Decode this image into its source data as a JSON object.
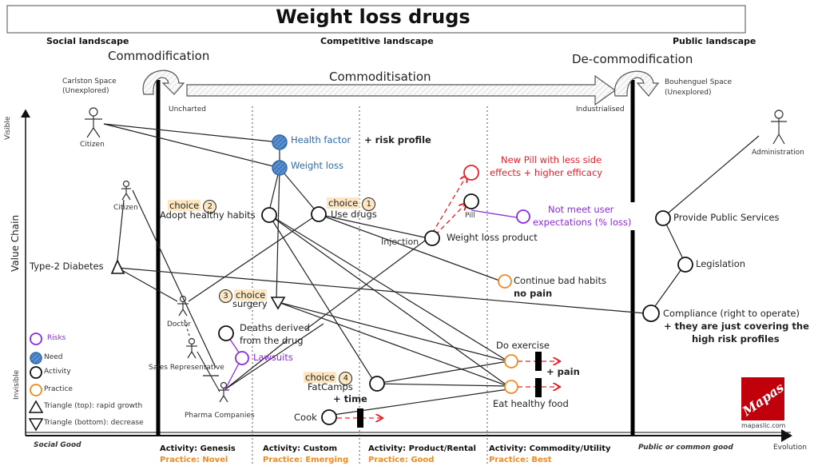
{
  "title": "Weight loss drugs",
  "landscapes": {
    "social": "Social landscape",
    "competitive": "Competitive landscape",
    "public": "Public landscape"
  },
  "flows": {
    "commodification": "Commodification",
    "commoditisation": "Commoditisation",
    "decommodification": "De-commodification"
  },
  "spaces": {
    "carlston": "Carlston Space",
    "carlston_sub": "(Unexplored)",
    "bouhenguel": "Bouhenguel Space",
    "bouhenguel_sub": "(Unexplored)",
    "uncharted": "Uncharted",
    "industrialised": "Industrialised"
  },
  "axes": {
    "y_label": "Value Chain",
    "y_top": "Visible",
    "y_bottom": "Invisible",
    "x_label": "Evolution",
    "x_left": "Social Good",
    "x_right": "Public or common good"
  },
  "actors": {
    "citizen_top": "Citizen",
    "citizen_mid": "Citizen",
    "doctor": "Doctor",
    "sales_rep": "Sales Representative",
    "pharma": "Pharma Companies",
    "administration": "Administration"
  },
  "nodes": {
    "health_factor": "Health factor",
    "health_factor_note": "+ risk profile",
    "weight_loss": "Weight loss",
    "adopt_habits": "Adopt healthy habits",
    "use_drugs": "Use drugs",
    "injection": "Injection",
    "weight_loss_product": "Weight loss product",
    "pill": "Pill",
    "new_pill_1": "New Pill with less side",
    "new_pill_2": "effects + higher efficacy",
    "not_meet_1": "Not meet user",
    "not_meet_2": "expectations (% loss)",
    "continue_bad": "Continue bad habits",
    "no_pain": "no pain",
    "type2": "Type-2 Diabetes",
    "surgery": "surgery",
    "deaths_1": "Deaths derived",
    "deaths_2": "from the drug",
    "lawsuits": "Lawsuits",
    "fatcamps": "FatCamps",
    "plus_time": "+ time",
    "cook": "Cook",
    "do_exercise": "Do exercise",
    "plus_pain": "+ pain",
    "eat_healthy": "Eat healthy food",
    "provide_services": "Provide Public Services",
    "legislation": "Legislation",
    "compliance": "Compliance (right to operate)",
    "compliance_note_1": "+ they are just covering the",
    "compliance_note_2": "high risk profiles"
  },
  "choices": [
    {
      "label": "choice",
      "number": "1"
    },
    {
      "label": "choice",
      "number": "2"
    },
    {
      "label": "choice",
      "number": "3"
    },
    {
      "label": "choice",
      "number": "4"
    }
  ],
  "legend": [
    {
      "label": "Risks",
      "icon": "risk-circle-icon",
      "color": "#8a2be2"
    },
    {
      "label": "Need",
      "icon": "need-hatched-circle-icon",
      "color": "#2f6aa8"
    },
    {
      "label": "Activity",
      "icon": "activity-circle-icon",
      "color": "#111111"
    },
    {
      "label": "Practice",
      "icon": "practice-circle-icon",
      "color": "#f08a1c"
    },
    {
      "label": "Triangle (top): rapid growth",
      "icon": "triangle-up-icon",
      "color": "#111111"
    },
    {
      "label": "Triangle (bottom): decrease",
      "icon": "triangle-down-icon",
      "color": "#111111"
    }
  ],
  "stages": [
    {
      "activity_label": "Activity:",
      "activity": "Genesis",
      "practice_label": "Practice:",
      "practice": "Novel"
    },
    {
      "activity_label": "Activity:",
      "activity": "Custom",
      "practice_label": "Practice:",
      "practice": "Emerging"
    },
    {
      "activity_label": "Activity:",
      "activity": "Product/Rental",
      "practice_label": "Practice:",
      "practice": "Good"
    },
    {
      "activity_label": "Activity:",
      "activity": "Commodity/Utility",
      "practice_label": "Practice:",
      "practice": "Best"
    }
  ],
  "logo": {
    "text": "Mapas",
    "url_text": "mapaslic.com",
    "color": "#c0000a"
  },
  "colors": {
    "need": "#2f6aa8",
    "risk": "#8a2be2",
    "practice": "#f08a1c",
    "new": "#e8202a",
    "choice_bg": "#fde7c2"
  }
}
